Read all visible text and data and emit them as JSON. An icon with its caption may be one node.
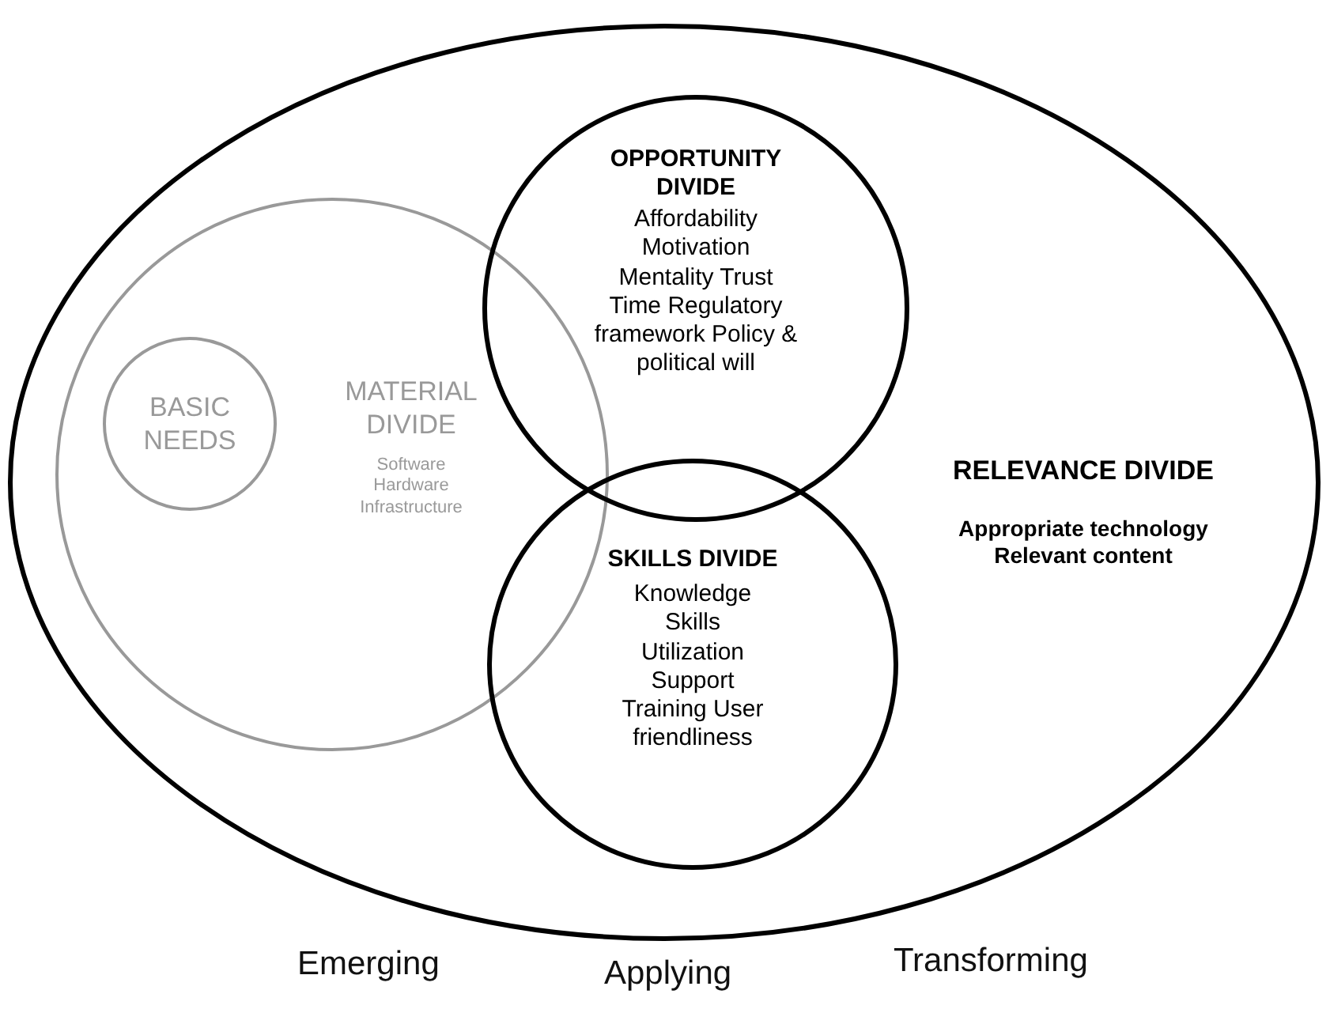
{
  "diagram": {
    "nodes": [
      {
        "text": [
          "RELEVANCE DIVIDE",
          "Appropriate technology Relevant content"
        ]
      },
      {
        "text": [
          "MATERIAL DIVIDE",
          "Software Hardware Infrastructure"
        ],
        "in": 0
      },
      {
        "text": [
          "BASIC NEEDS"
        ],
        "in": 1
      },
      {
        "text": [
          "OPPORTUNITY DIVIDE",
          "Affordability Motivation Mentality Trust Time Regulatory framework Policy & political will"
        ],
        "in": 0
      },
      {
        "text": [
          "SKILLS DIVIDE",
          "Knowledge Skills Utilization Support Training User friendliness"
        ],
        "in": 0
      }
    ],
    "edges": [],
    "labels": [
      "Emerging",
      "Applying",
      "Transforming"
    ]
  }
}
